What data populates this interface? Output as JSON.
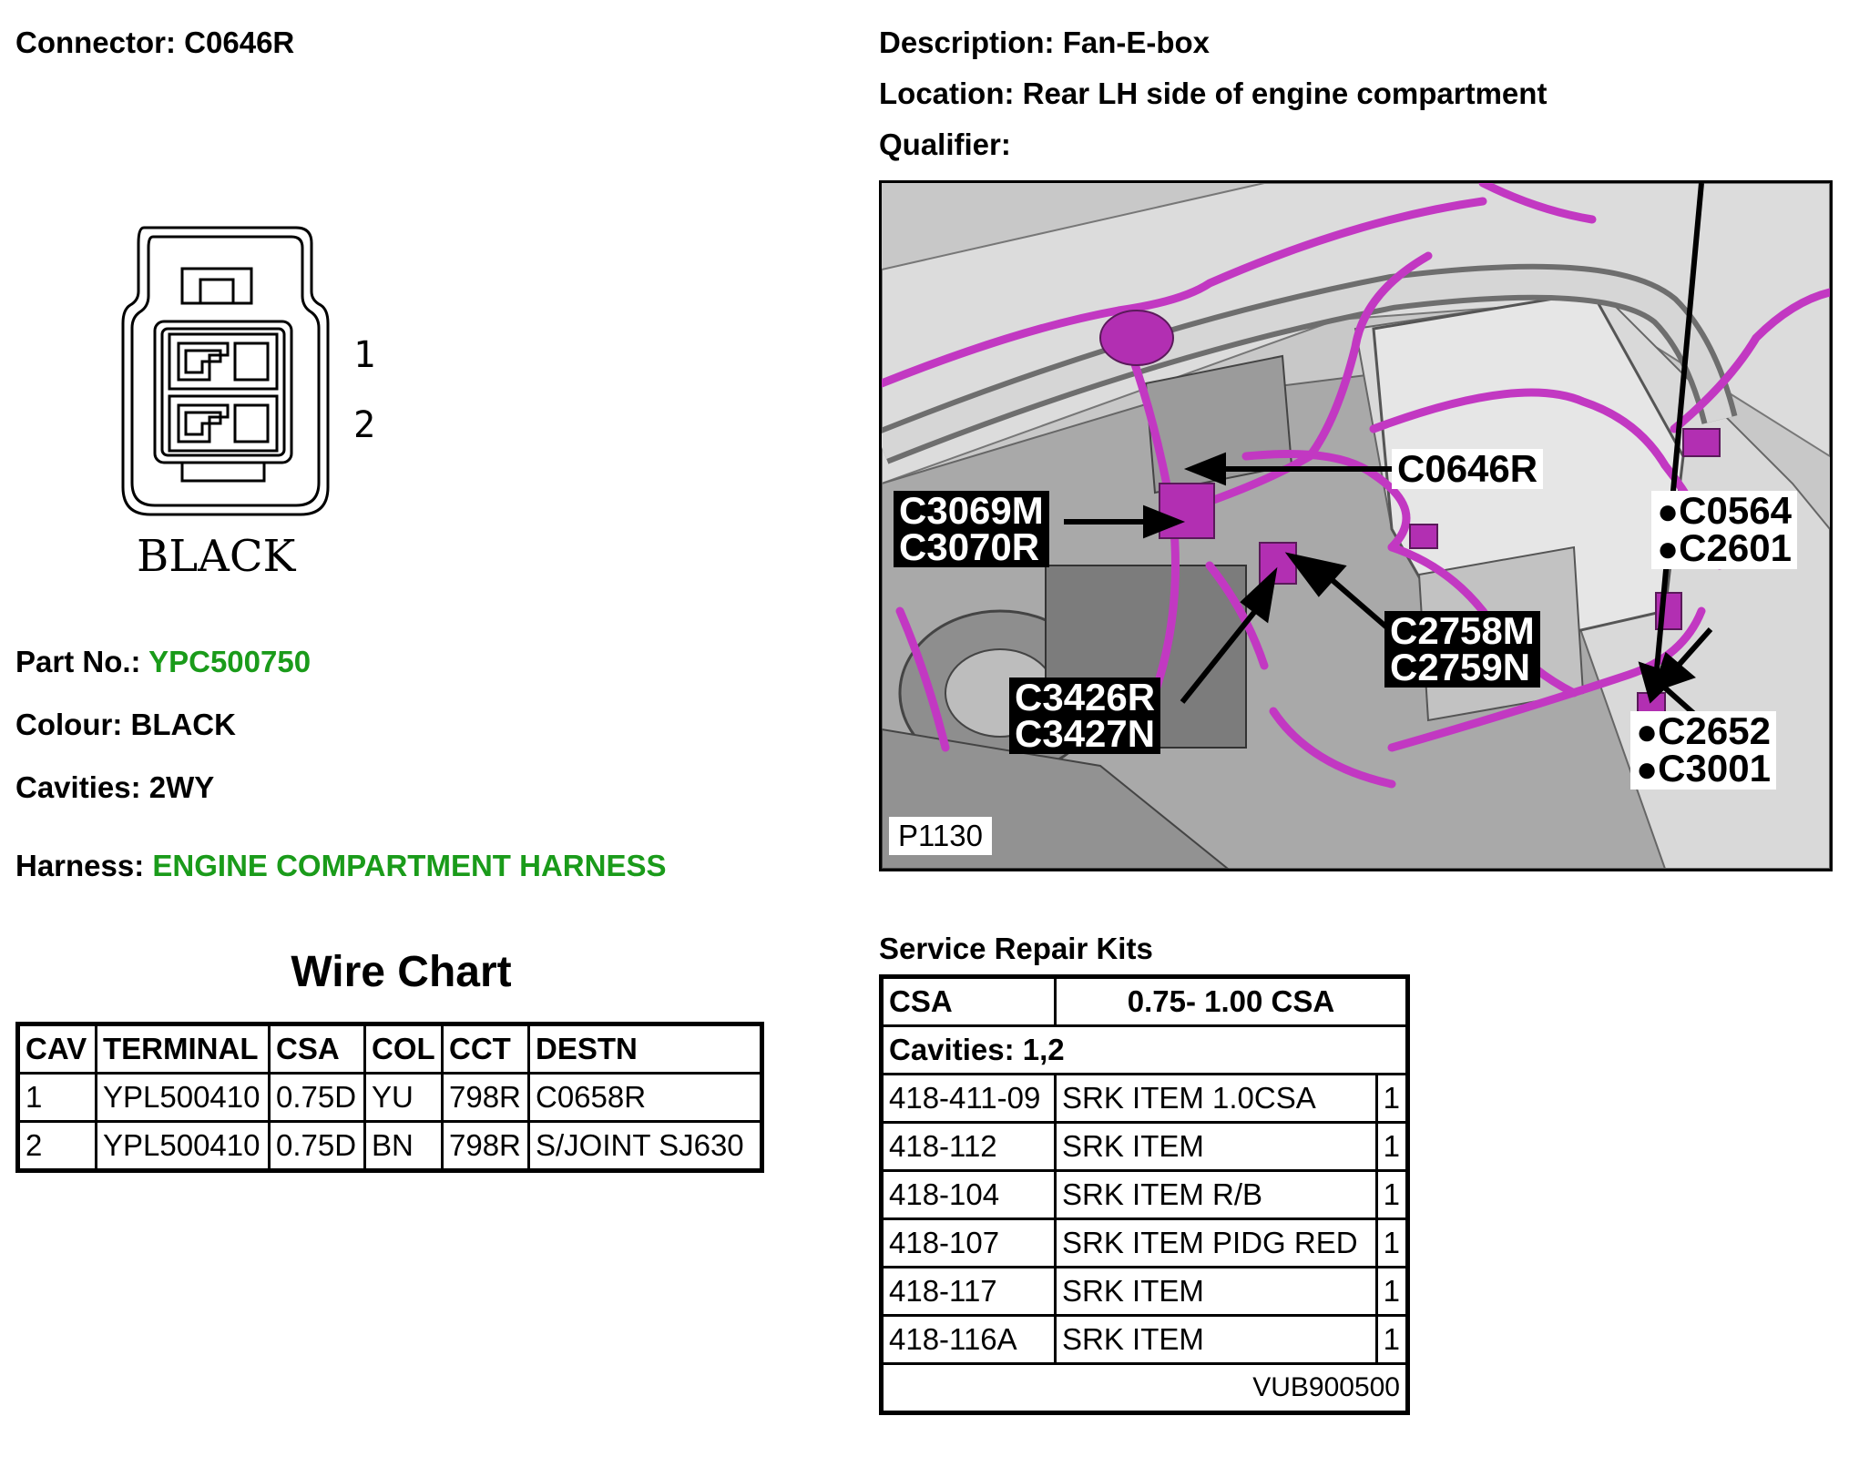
{
  "connector": {
    "label": "Connector:",
    "value": "C0646R"
  },
  "description": {
    "label": "Description:",
    "value": "Fan-E-box"
  },
  "location": {
    "label": "Location:",
    "value": "Rear LH side of engine compartment"
  },
  "qualifier": {
    "label": "Qualifier:",
    "value": ""
  },
  "diagram": {
    "pin1": "1",
    "pin2": "2",
    "colour_label": "BLACK"
  },
  "part_no": {
    "label": "Part No.:",
    "value": "YPC500750"
  },
  "colour": {
    "label": "Colour:",
    "value": "BLACK"
  },
  "cavities": {
    "label": "Cavities:",
    "value": "2WY"
  },
  "harness": {
    "label": "Harness:",
    "value": "ENGINE COMPARTMENT HARNESS"
  },
  "photo": {
    "ref": "P1130",
    "callouts": {
      "c0646r": "C0646R",
      "c3069m": "C3069M",
      "c3070r": "C3070R",
      "c0564": "C0564",
      "c2601": "C2601",
      "c2758m": "C2758M",
      "c2759n": "C2759N",
      "c3426r": "C3426R",
      "c3427n": "C3427N",
      "c2652": "C2652",
      "c3001": "C3001"
    },
    "colors": {
      "harness": "#c238c2",
      "background": "#b9b9b9"
    }
  },
  "wire_chart": {
    "title": "Wire Chart",
    "headers": [
      "CAV",
      "TERMINAL",
      "CSA",
      "COL",
      "CCT",
      "DESTN"
    ],
    "rows": [
      [
        "1",
        "YPL500410",
        "0.75D",
        "YU",
        "798R",
        "C0658R"
      ],
      [
        "2",
        "YPL500410",
        "0.75D",
        "BN",
        "798R",
        "S/JOINT SJ630"
      ]
    ]
  },
  "service_repair_kits": {
    "title": "Service Repair Kits",
    "csa_label": "CSA",
    "csa_value": "0.75- 1.00 CSA",
    "cavities_line": "Cavities: 1,2",
    "items": [
      [
        "418-411-09",
        "SRK ITEM 1.0CSA",
        "1"
      ],
      [
        "418-112",
        "SRK ITEM",
        "1"
      ],
      [
        "418-104",
        "SRK ITEM R/B",
        "1"
      ],
      [
        "418-107",
        "SRK ITEM PIDG RED",
        "1"
      ],
      [
        "418-117",
        "SRK ITEM",
        "1"
      ],
      [
        "418-116A",
        "SRK ITEM",
        "1"
      ]
    ],
    "footer": "VUB900500"
  }
}
